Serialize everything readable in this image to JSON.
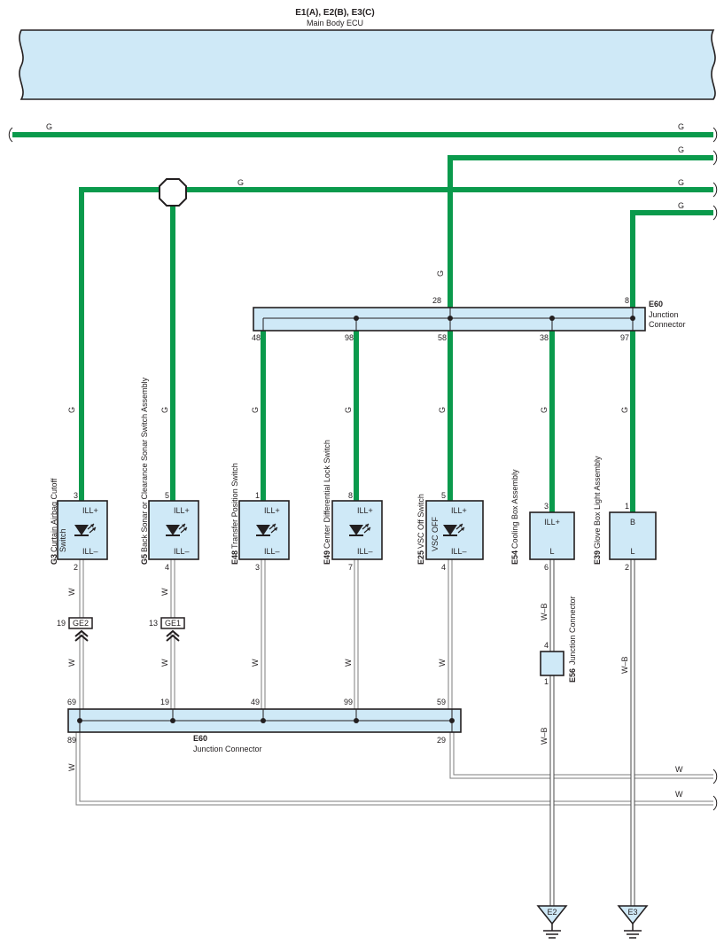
{
  "ecu": {
    "title": "E1(A), E2(B), E3(C)",
    "name": "Main Body ECU"
  },
  "wire_colors": {
    "green": "G",
    "white": "W",
    "white_black": "W–B"
  },
  "colors": {
    "green_wire": "#0a9a4c",
    "component_fill": "#cfe9f7",
    "line": "#231f20"
  },
  "junction_top": {
    "code": "E60",
    "name_line1": "Junction",
    "name_line2": "Connector",
    "pins_top": [
      "28",
      "8"
    ],
    "pins_bottom": [
      "48",
      "98",
      "58",
      "38",
      "97"
    ]
  },
  "junction_bottom": {
    "code": "E60",
    "name": "Junction Connector",
    "pins_top": [
      "69",
      "19",
      "49",
      "99",
      "59"
    ],
    "pins_bottom": [
      "89",
      "29"
    ]
  },
  "junction_e56": {
    "code": "E56",
    "name": "Junction Connector",
    "pin_top": "4",
    "pin_bottom": "1"
  },
  "inline_connectors": [
    {
      "code": "GE2",
      "pin": "19"
    },
    {
      "code": "GE1",
      "pin": "13"
    }
  ],
  "components": [
    {
      "code": "G3",
      "name_line1": "Curtain Airbag Cutoff",
      "name_line2": "Switch",
      "pin_top": "3",
      "pin_bottom": "2",
      "term_top": "ILL+",
      "term_bottom": "ILL–"
    },
    {
      "code": "G5",
      "name_line1": "Back Sonar or Clearance Sonar Switch Assembly",
      "name_line2": "",
      "pin_top": "5",
      "pin_bottom": "4",
      "term_top": "ILL+",
      "term_bottom": "ILL–"
    },
    {
      "code": "E48",
      "name_line1": "Transfer Position Switch",
      "name_line2": "",
      "pin_top": "1",
      "pin_bottom": "3",
      "term_top": "ILL+",
      "term_bottom": "ILL–"
    },
    {
      "code": "E49",
      "name_line1": "Center Differential Lock Switch",
      "name_line2": "",
      "pin_top": "8",
      "pin_bottom": "7",
      "term_top": "ILL+",
      "term_bottom": "ILL–"
    },
    {
      "code": "E25",
      "name_line1": "VSC Off Switch",
      "name_line2": "",
      "pin_top": "5",
      "pin_bottom": "4",
      "term_top": "ILL+",
      "term_bottom": "ILL–",
      "side_label": "VSC OFF"
    },
    {
      "code": "E54",
      "name_line1": "Cooling Box Assembly",
      "name_line2": "",
      "pin_top": "3",
      "pin_bottom": "6",
      "term_top": "ILL+",
      "term_bottom": "L"
    },
    {
      "code": "E39",
      "name_line1": "Glove Box Light Assembly",
      "name_line2": "",
      "pin_top": "1",
      "pin_bottom": "2",
      "term_top": "B",
      "term_bottom": "L"
    }
  ],
  "grounds": [
    "E2",
    "E3"
  ]
}
